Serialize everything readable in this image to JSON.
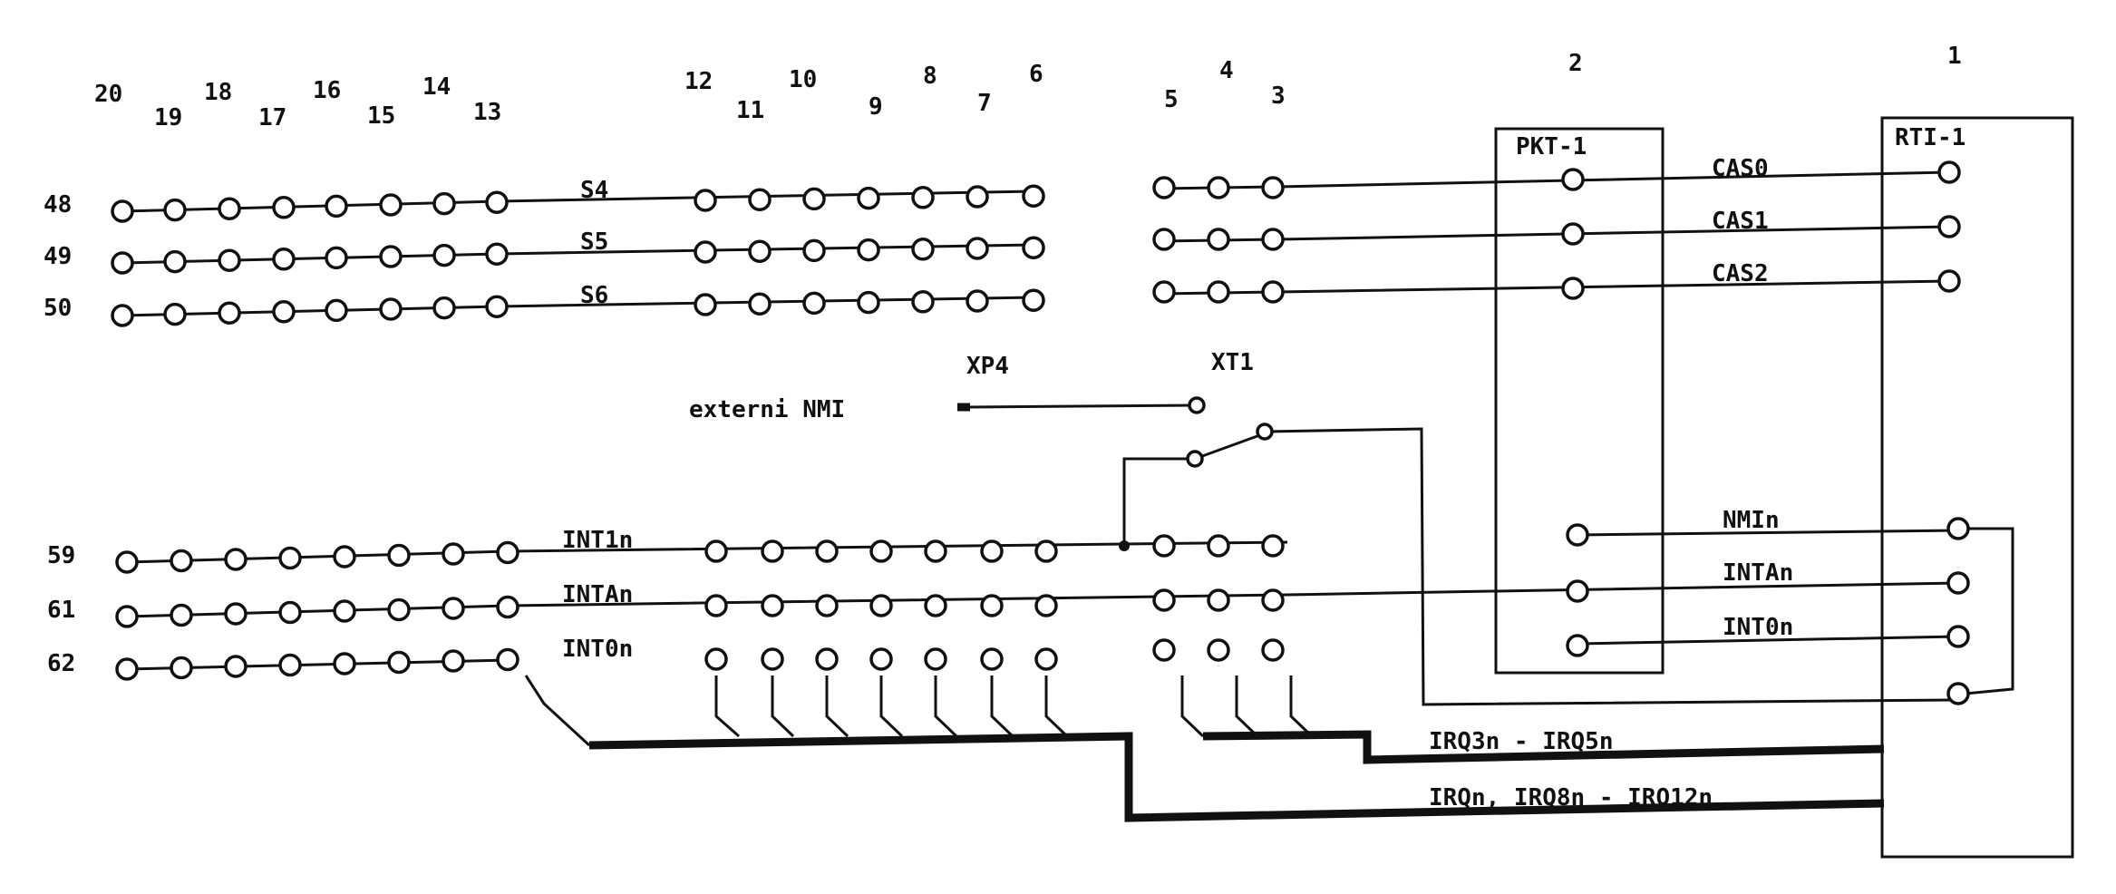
{
  "jumper_columns": [
    "20",
    "19",
    "18",
    "17",
    "16",
    "15",
    "14",
    "13",
    "12",
    "11",
    "10",
    "9",
    "8",
    "7",
    "6",
    "5",
    "4",
    "3"
  ],
  "row_numbers": [
    "48",
    "49",
    "50",
    "59",
    "61",
    "62"
  ],
  "connectors": [
    {
      "number": "2",
      "label": "PKT-1"
    },
    {
      "number": "1",
      "label": "RTI-1"
    }
  ],
  "cas_signals": [
    "CAS0",
    "CAS1",
    "CAS2"
  ],
  "row_signals": [
    "S4",
    "S5",
    "S6",
    "INT1n",
    "INTAn",
    "INT0n"
  ],
  "right_signals": [
    "NMIn",
    "INTAn",
    "INT0n"
  ],
  "ext_nmi": {
    "label": "externi NMI",
    "xp": "XP4",
    "xt": "XT1"
  },
  "buses": [
    "IRQ3n - IRQ5n",
    "IRQn, IRQ8n - IRQ12n"
  ]
}
